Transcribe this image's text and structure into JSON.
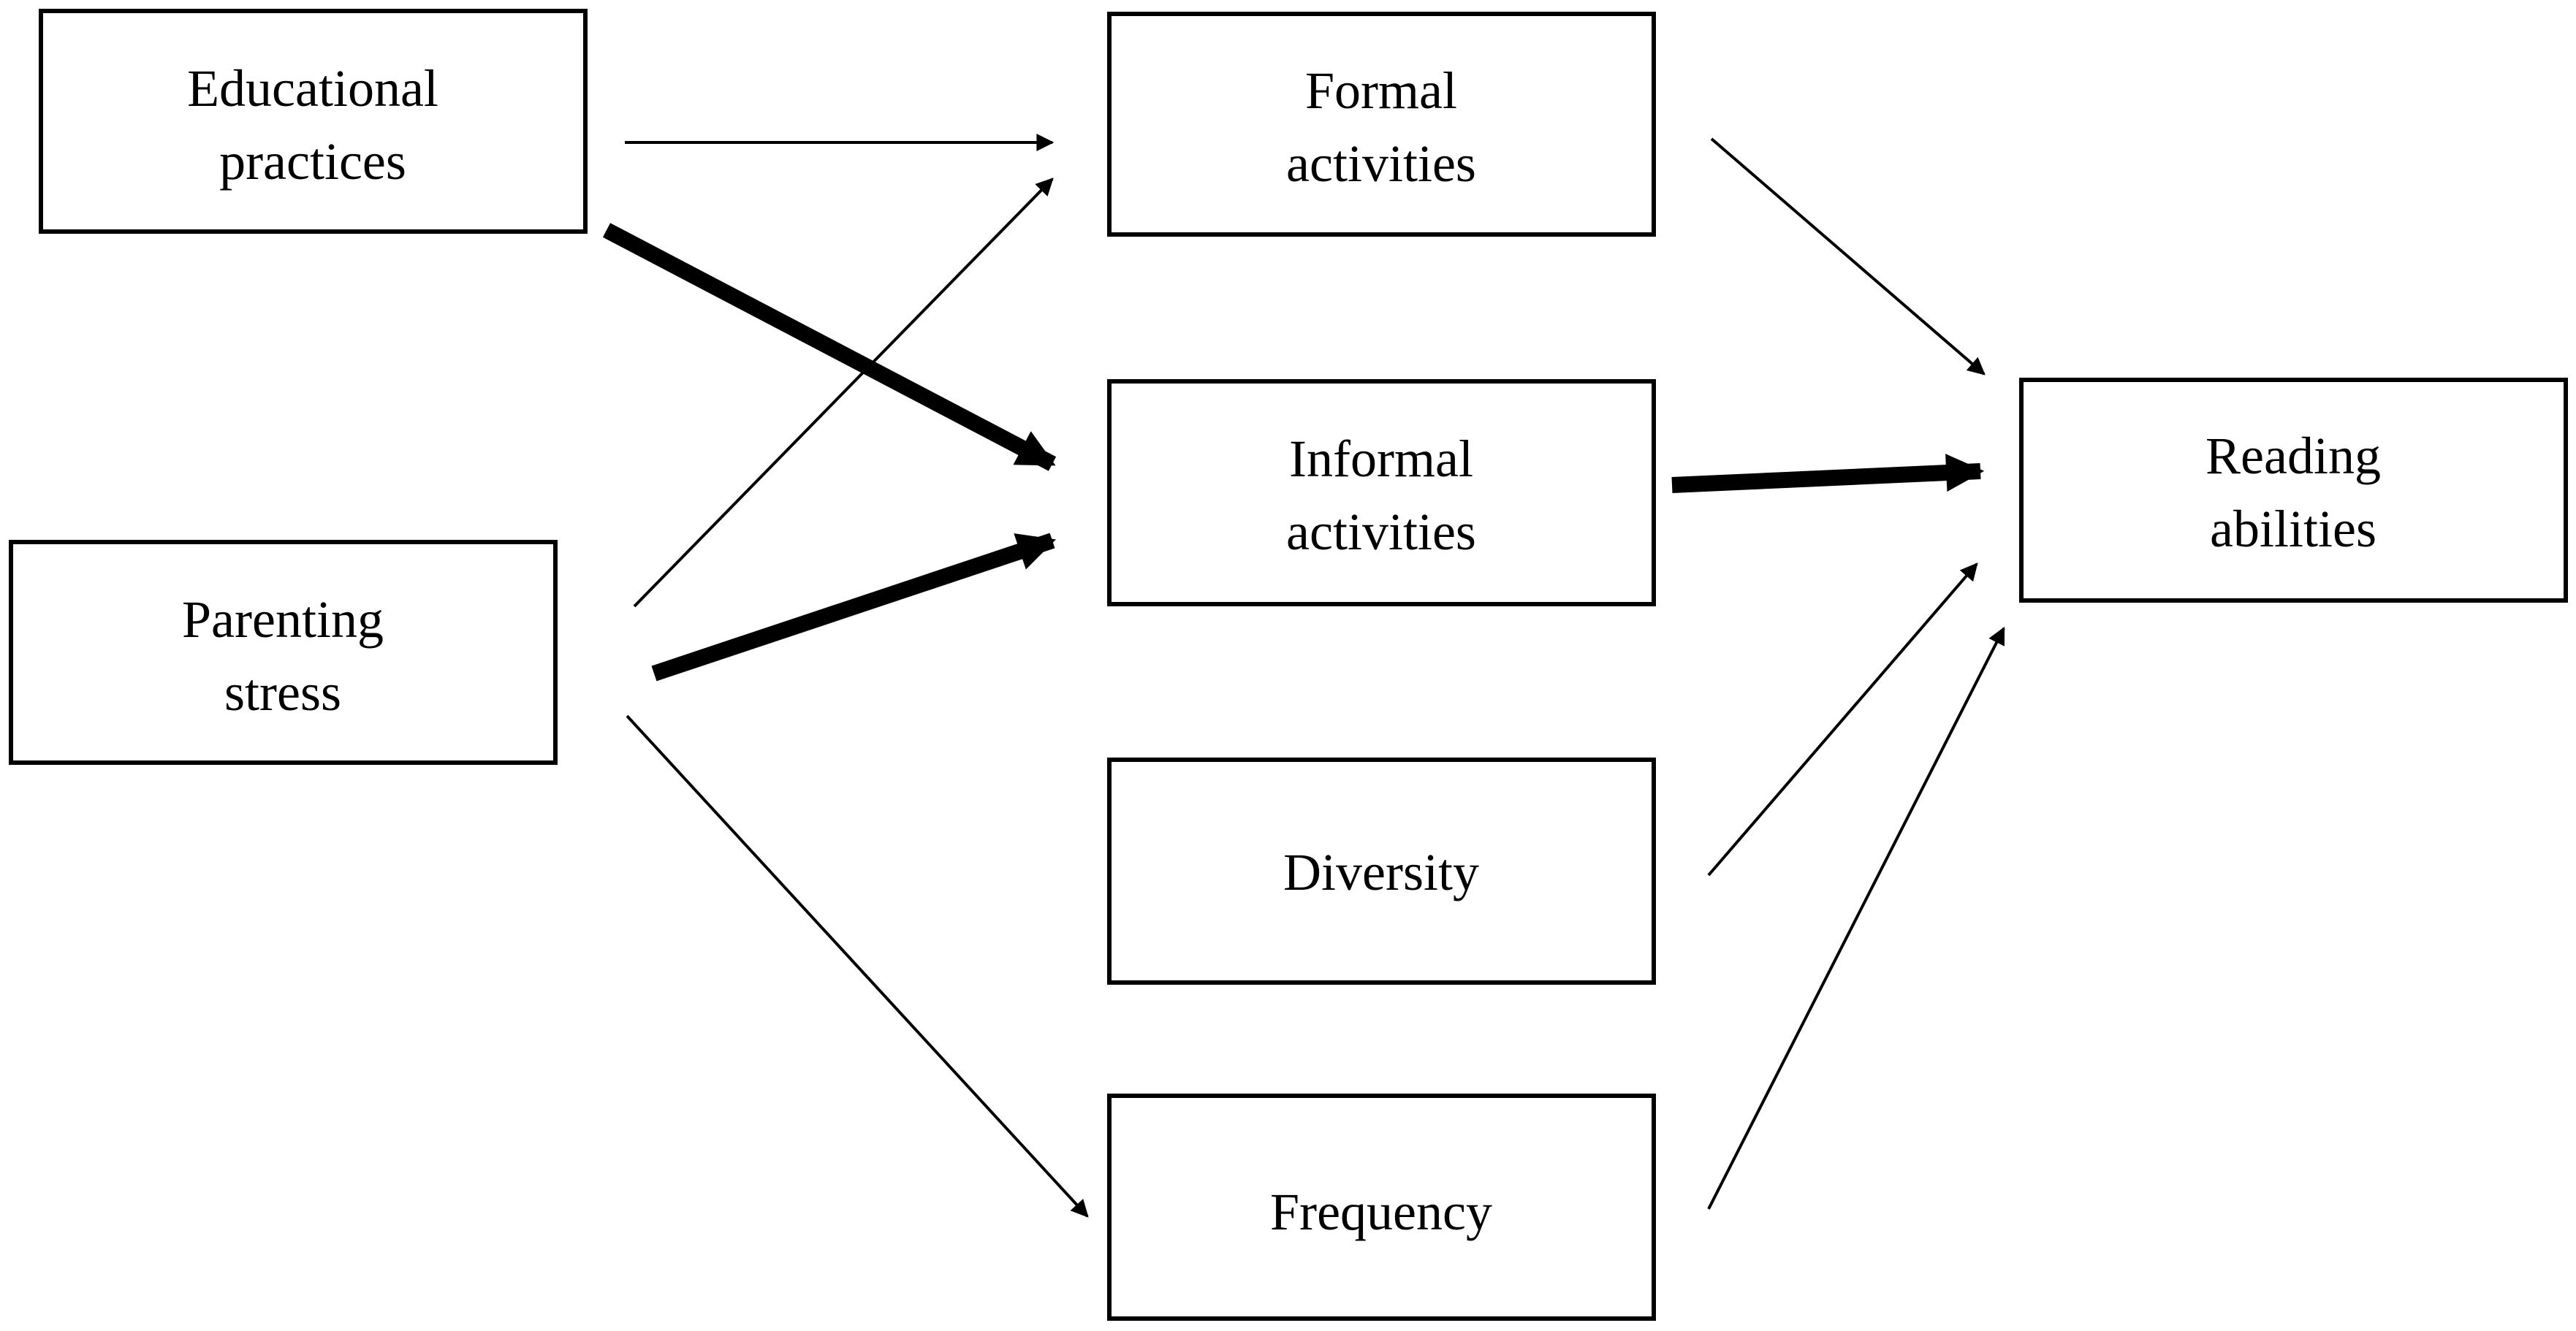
{
  "nodes": [
    {
      "id": "educational",
      "lines": [
        "Educational",
        "practices"
      ]
    },
    {
      "id": "parenting",
      "lines": [
        "Parenting",
        "stress"
      ]
    },
    {
      "id": "formal",
      "lines": [
        "Formal",
        "activities"
      ]
    },
    {
      "id": "informal",
      "lines": [
        "Informal",
        "activities"
      ]
    },
    {
      "id": "diversity",
      "lines": [
        "Diversity"
      ]
    },
    {
      "id": "frequency",
      "lines": [
        "Frequency"
      ]
    },
    {
      "id": "reading",
      "lines": [
        "Reading",
        "abilities"
      ]
    }
  ],
  "edges": [
    {
      "from": "educational",
      "to": "formal",
      "weight": "thin"
    },
    {
      "from": "educational",
      "to": "informal",
      "weight": "thick"
    },
    {
      "from": "parenting",
      "to": "formal",
      "weight": "thin"
    },
    {
      "from": "parenting",
      "to": "informal",
      "weight": "thick"
    },
    {
      "from": "parenting",
      "to": "frequency",
      "weight": "thin"
    },
    {
      "from": "formal",
      "to": "reading",
      "weight": "thin"
    },
    {
      "from": "informal",
      "to": "reading",
      "weight": "thick"
    },
    {
      "from": "diversity",
      "to": "reading",
      "weight": "thin"
    },
    {
      "from": "frequency",
      "to": "reading",
      "weight": "thin"
    }
  ]
}
